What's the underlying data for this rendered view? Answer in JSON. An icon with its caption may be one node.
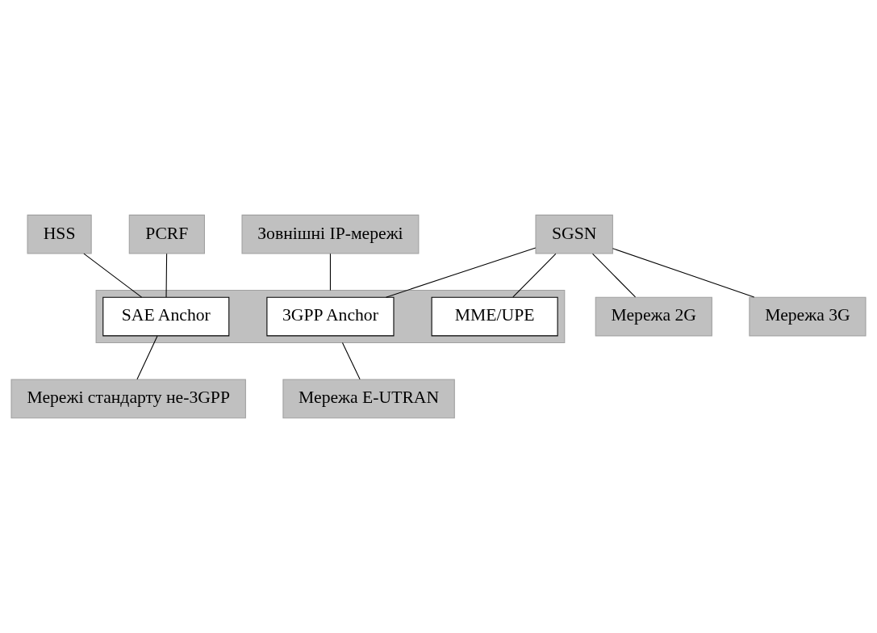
{
  "diagram": {
    "nodes": [
      {
        "text": [
          "HSS"
        ]
      },
      {
        "text": [
          "PCRF"
        ]
      },
      {
        "text": [
          "Зовнішні IP-мережі"
        ]
      },
      {
        "text": [],
        "shape": "box"
      },
      {
        "text": [
          "SAE Anchor"
        ],
        "in": 3
      },
      {
        "text": [
          "3GPP Anchor"
        ],
        "in": 3
      },
      {
        "text": [
          "MME/UPE"
        ],
        "in": 3
      },
      {
        "text": [
          "Мережі стандарту не-3GPP"
        ]
      },
      {
        "text": [
          "SGSN"
        ]
      },
      {
        "text": [
          "Мережа E-UTRAN"
        ]
      },
      {
        "text": [
          "Мережа 2G"
        ]
      },
      {
        "text": [
          "Мережа 3G"
        ]
      }
    ],
    "edges": [
      {
        "from": 0,
        "to": 4,
        "arrow": "none"
      },
      {
        "from": 1,
        "to": 4,
        "arrow": "none"
      },
      {
        "from": 2,
        "to": 3,
        "arrow": "none"
      },
      {
        "from": 4,
        "to": 7,
        "arrow": "none"
      },
      {
        "from": 8,
        "to": 5,
        "arrow": "none"
      },
      {
        "from": 8,
        "to": 6,
        "arrow": "none"
      },
      {
        "from": 3,
        "to": 9,
        "arrow": "none"
      },
      {
        "from": 8,
        "to": 10,
        "arrow": "none"
      },
      {
        "from": 8,
        "to": 11,
        "arrow": "none"
      }
    ]
  }
}
